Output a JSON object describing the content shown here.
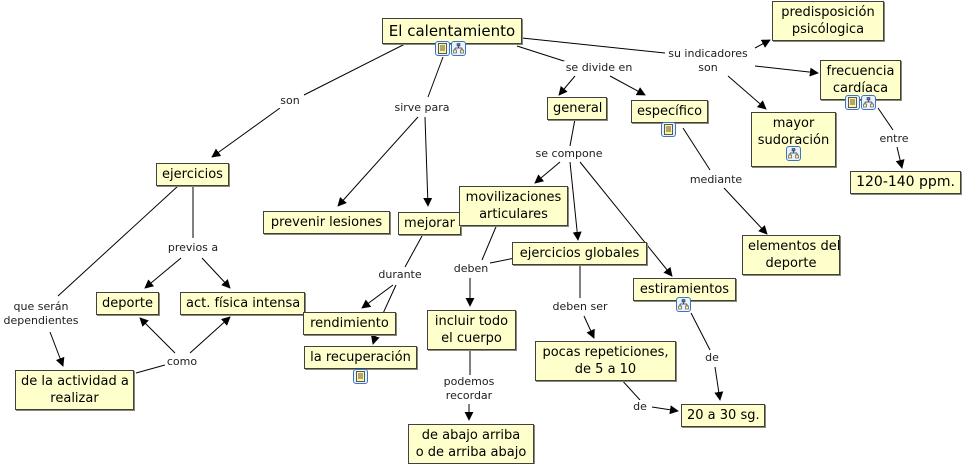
{
  "concepts": {
    "root": "El calentamiento",
    "predisposicion": "predisposición\npsicólogica",
    "frecuencia": "frecuencia\ncardíaca",
    "sudoracion": "mayor\nsudoración",
    "ppm": "120-140 ppm.",
    "general": "general",
    "especifico": "específico",
    "ejercicios": "ejercicios",
    "prevenir": "prevenir lesiones",
    "mejorar": "mejorar",
    "movilizaciones": "movilizaciones\narticulares",
    "globales": "ejercicios globales",
    "elementos": "elementos del\ndeporte",
    "estiramientos": "estiramientos",
    "deporte": "deporte",
    "intensa": "act. física intensa",
    "rendimiento": "rendimiento",
    "recuperacion": "la recuperación",
    "actividad": "de la actividad a\nrealizar",
    "incluir": "incluir todo\nel cuerpo",
    "pocas": "pocas repeticiones,\nde 5 a 10",
    "sg": "20 a 30 sg.",
    "abajo": "de abajo arriba\no de arriba abajo"
  },
  "links": {
    "son": "son",
    "sirve": "sirve para",
    "divide": "se divide en",
    "indicadores": "su indicadores\nson",
    "entre": "entre",
    "compone": "se compone",
    "mediante": "mediante",
    "previos": "previos a",
    "dependientes": "que serán\ndependientes",
    "como": "como",
    "durante": "durante",
    "deben": "deben",
    "deben_ser": "deben ser",
    "podemos": "podemos\nrecordar",
    "de1": "de",
    "de2": "de"
  },
  "icons": {
    "root": [
      "document-icon",
      "submap-icon"
    ],
    "frecuencia": [
      "document-icon",
      "submap-icon"
    ],
    "sudoracion": [
      "submap-icon"
    ],
    "especifico": [
      "document-icon"
    ],
    "estiramientos": [
      "submap-icon"
    ],
    "recuperacion": [
      "document-icon"
    ]
  },
  "colors": {
    "node_fill": "#ffffcc",
    "node_border": "#404040",
    "icon_border": "#3c74c4",
    "line": "#000000"
  }
}
